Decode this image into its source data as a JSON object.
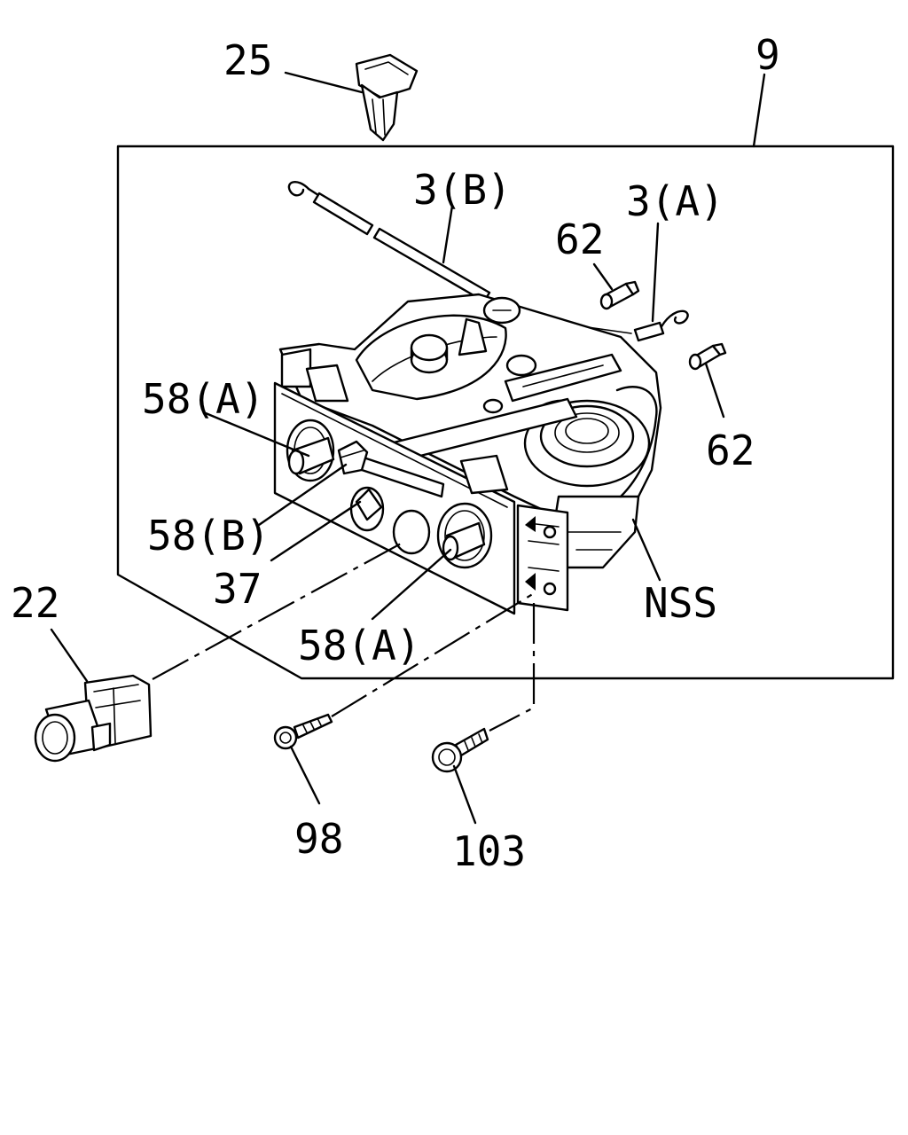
{
  "diagram": {
    "callouts": [
      {
        "id": "c25",
        "text": "25"
      },
      {
        "id": "c9",
        "text": "9"
      },
      {
        "id": "c3b",
        "text": "3(B)"
      },
      {
        "id": "c3a",
        "text": "3(A)"
      },
      {
        "id": "c62a",
        "text": "62"
      },
      {
        "id": "c62b",
        "text": "62"
      },
      {
        "id": "c58a1",
        "text": "58(A)"
      },
      {
        "id": "c58b",
        "text": "58(B)"
      },
      {
        "id": "c37",
        "text": "37"
      },
      {
        "id": "c58a2",
        "text": "58(A)"
      },
      {
        "id": "cnss",
        "text": "NSS"
      },
      {
        "id": "c22",
        "text": "22"
      },
      {
        "id": "c98",
        "text": "98"
      },
      {
        "id": "c103",
        "text": "103"
      }
    ]
  }
}
